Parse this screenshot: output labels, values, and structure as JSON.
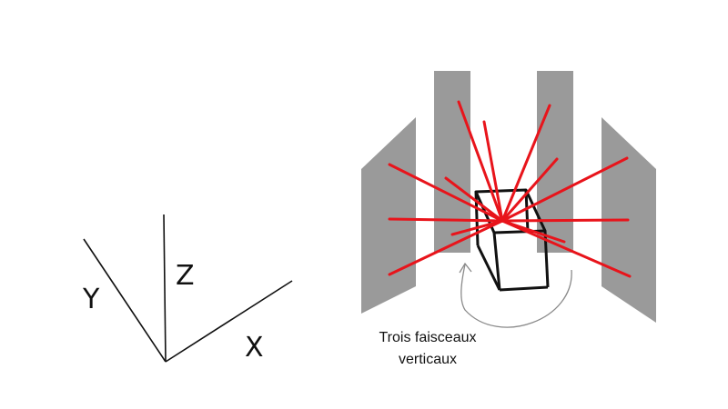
{
  "axes": {
    "x_label": "X",
    "y_label": "Y",
    "z_label": "Z"
  },
  "caption": {
    "line1": "Trois faisceaux",
    "line2": "verticaux"
  },
  "colors": {
    "beam": "#e8141b",
    "panel": "#9a9a9a",
    "line": "#111111",
    "arrow": "#8a8a8a"
  }
}
